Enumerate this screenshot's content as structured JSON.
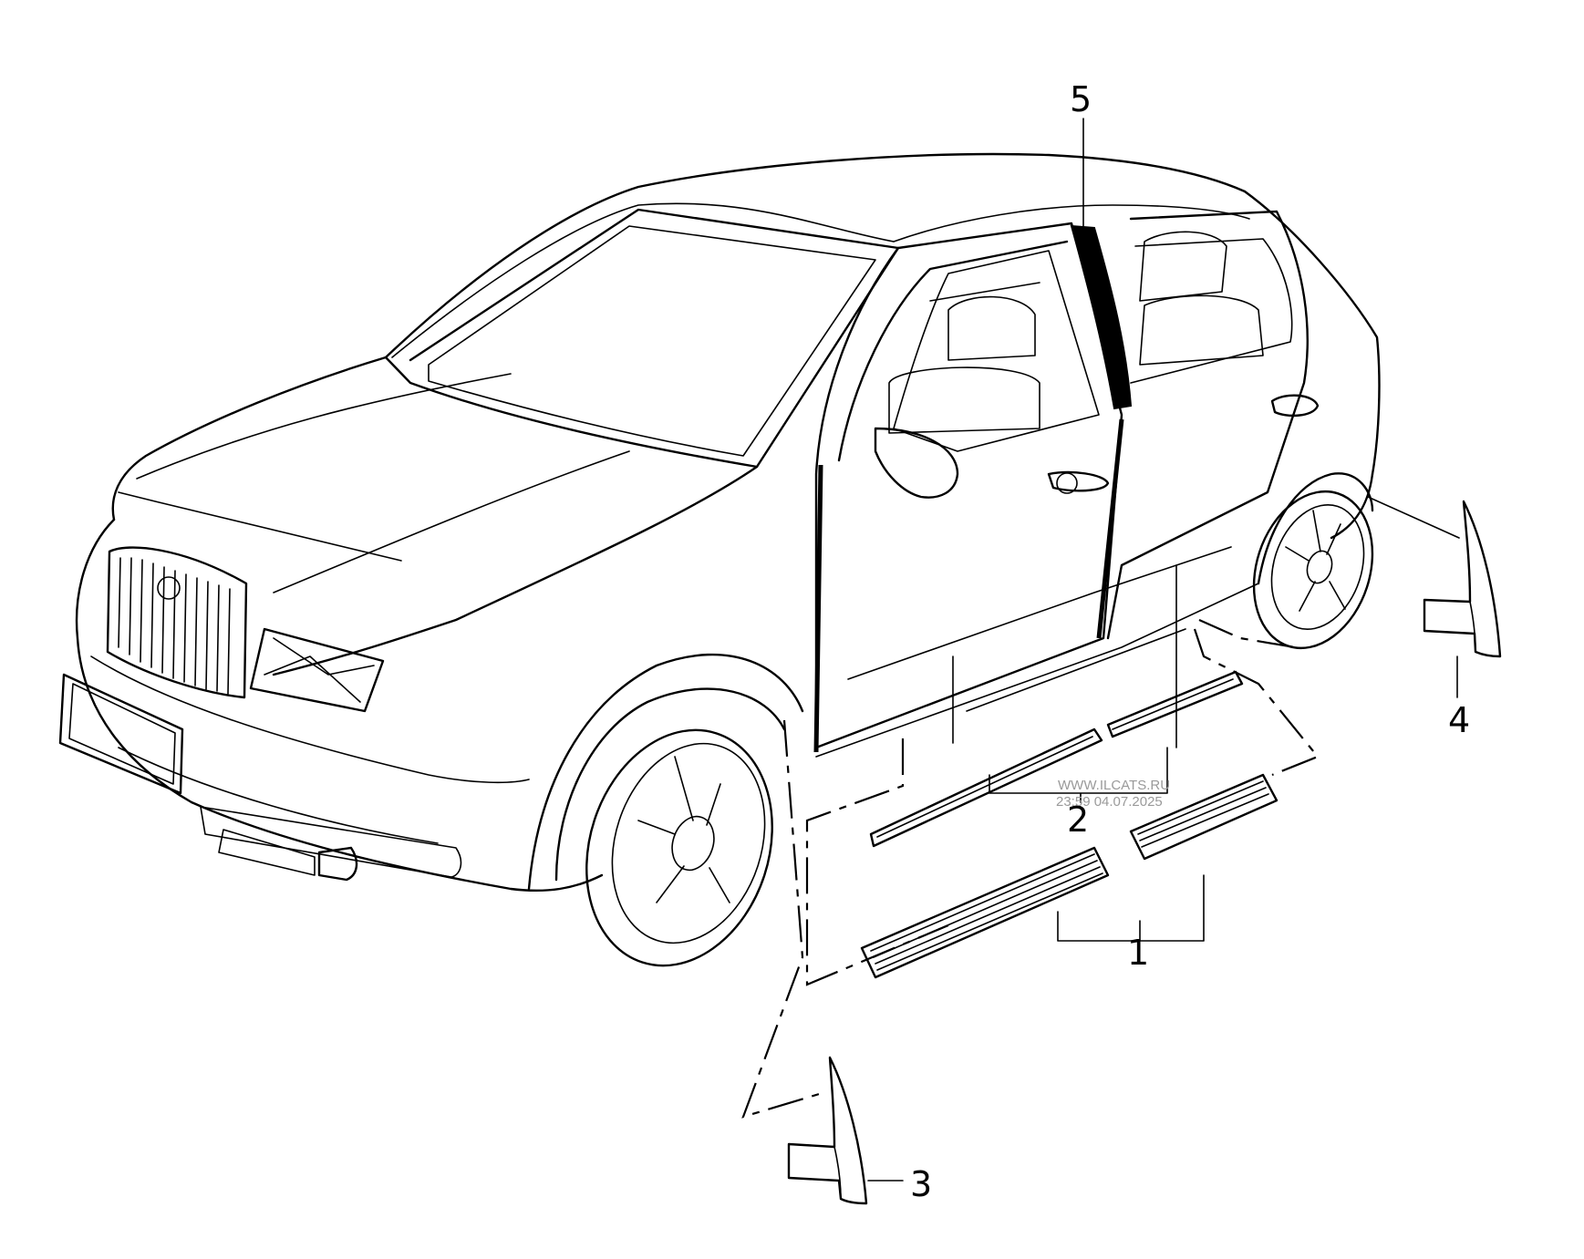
{
  "callouts": {
    "c1": "1",
    "c2": "2",
    "c3": "3",
    "c4": "4",
    "c5": "5"
  },
  "watermark": {
    "site": "WWW.ILCATS.RU",
    "timestamp": "23:59 04.07.2025"
  }
}
